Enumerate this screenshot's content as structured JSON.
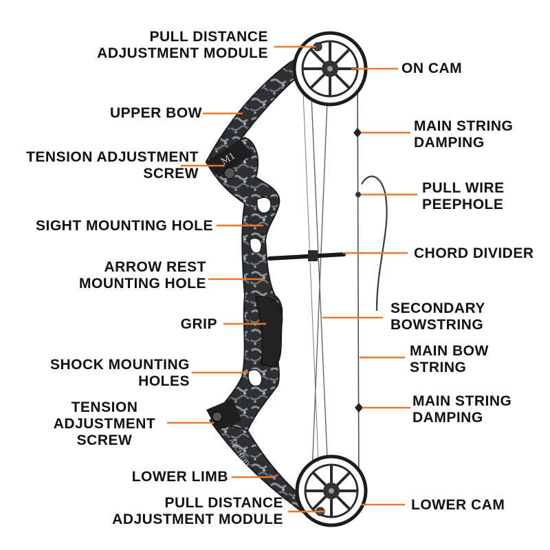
{
  "colors": {
    "leader": "#e8782a",
    "bow_body": "#2b2b2b",
    "bow_camo": "#8a8f96",
    "string": "#555555",
    "text": "#111111"
  },
  "labels": {
    "pull_distance_top": "PULL DISTANCE\nADJUSTMENT MODULE",
    "on_cam": "ON CAM",
    "upper_bow": "UPPER BOW",
    "main_string_damping_top": "MAIN STRING\nDAMPING",
    "tension_screw_top": "TENSION ADJUSTMENT\nSCREW",
    "pull_wire_peephole": "PULL WIRE\nPEEPHOLE",
    "sight_mounting_hole": "SIGHT MOUNTING HOLE",
    "chord_divider": "CHORD DIVIDER",
    "arrow_rest": "ARROW REST\nMOUNTING HOLE",
    "secondary_bowstring": "SECONDARY\nBOWSTRING",
    "grip": "GRIP",
    "main_bow_string": "MAIN BOW\nSTRING",
    "shock_mounting_holes": "SHOCK MOUNTING\nHOLES",
    "main_string_damping_bottom": "MAIN STRING\nDAMPING",
    "tension_screw_bottom": "TENSION\nADJUSTMENT\nSCREW",
    "lower_limb": "LOWER LIMB",
    "pull_distance_bottom": "PULL DISTANCE\nADJUSTMENT MODULE",
    "lower_cam": "LOWER CAM"
  },
  "riser_text": {
    "model": "M1",
    "brand": "ARCHERY"
  }
}
